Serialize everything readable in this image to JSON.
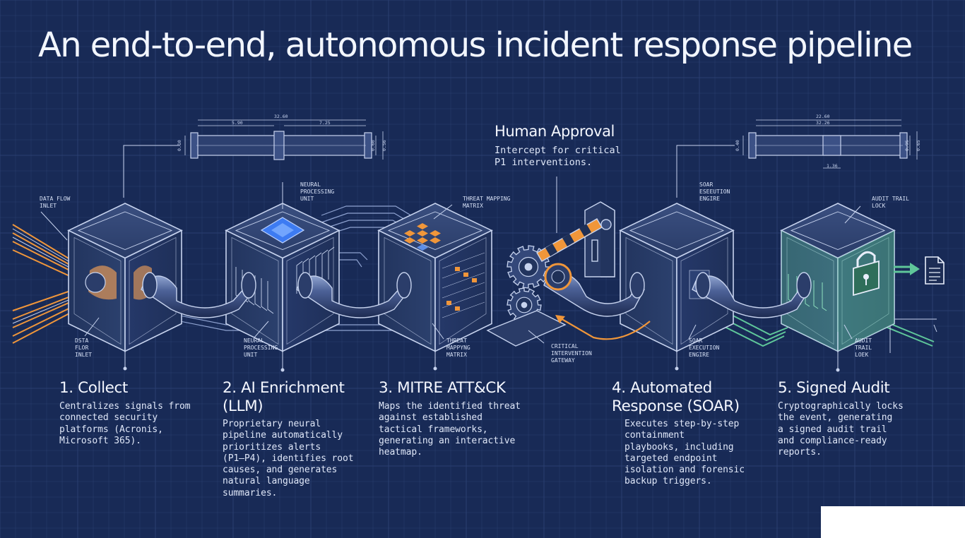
{
  "title": "An end-to-end, autonomous incident response pipeline",
  "human_approval": {
    "title": "Human Approval",
    "description": "Intercept for critical\nP1 interventions."
  },
  "steps": [
    {
      "title": "1. Collect",
      "description": "Centralizes signals from\nconnected security\nplatforms (Acronis,\nMicrosoft 365)."
    },
    {
      "title": "2. AI Enrichment\n(LLM)",
      "description": "Proprietary neural\npipeline automatically\nprioritizes alerts\n(P1–P4), identifies root\ncauses, and generates\nnatural language\nsummaries."
    },
    {
      "title": "3. MITRE ATT&CK",
      "description": "Maps the identified threat\nagainst established\ntactical frameworks,\ngenerating an interactive\nheatmap."
    },
    {
      "title": "4. Automated\nResponse (SOAR)",
      "description": "Executes step-by-step\ncontainment\nplaybooks, including\ntargeted endpoint\nisolation and forensic\nbackup triggers."
    },
    {
      "title": "5. Signed Audit",
      "description": "Cryptographically locks\nthe event, generating\na signed audit trail\nand compliance-ready\nreports."
    }
  ],
  "labels": {
    "inlet_top": "DATA FLOW\nINLET",
    "inlet_bottom": "DSTA\nFLOR\nINLET",
    "npu_top": "NEURAL\nPROCESSING\nUNIT",
    "npu_bottom": "NEURAL\nPROCESSING\nUNIT",
    "threat_top": "THREAT MAPPING\nMATRIX",
    "threat_bottom": "THREAT\nMAPPYNG\nMATRIX",
    "gateway": "CRITICAL\nINTERVENTION\nGATEWAY",
    "soar_top": "SOAR\nESEEUTION\nENGIRE",
    "soar_bottom": "SOAR\nEXECUTION\nENGIRE",
    "audit_top": "AUDIT TRAIL\nLOCK",
    "audit_bottom": "AUDIT\nTRAIL\nLOEK"
  },
  "dimensions": {
    "left": {
      "overall": "32.60",
      "seg_a": "5.90",
      "seg_b": "7.25",
      "d1": "0.10",
      "d2": "0.60",
      "d3": "0.56"
    },
    "right": {
      "overall": "22.60",
      "seg_a": "32.26",
      "seg_b": "1.36",
      "d1": "0.40",
      "d2": "0.95",
      "d3": "0.65"
    }
  },
  "colors": {
    "background": "#182a56",
    "grid": "#2a3f70",
    "line": "#c7d3ee",
    "orange": "#f0963a",
    "green": "#5fc79a",
    "chip": "#3d7bf2"
  },
  "icons": [
    "document-icon",
    "padlock-icon",
    "chip-icon",
    "gear-icon",
    "barrier-icon"
  ]
}
